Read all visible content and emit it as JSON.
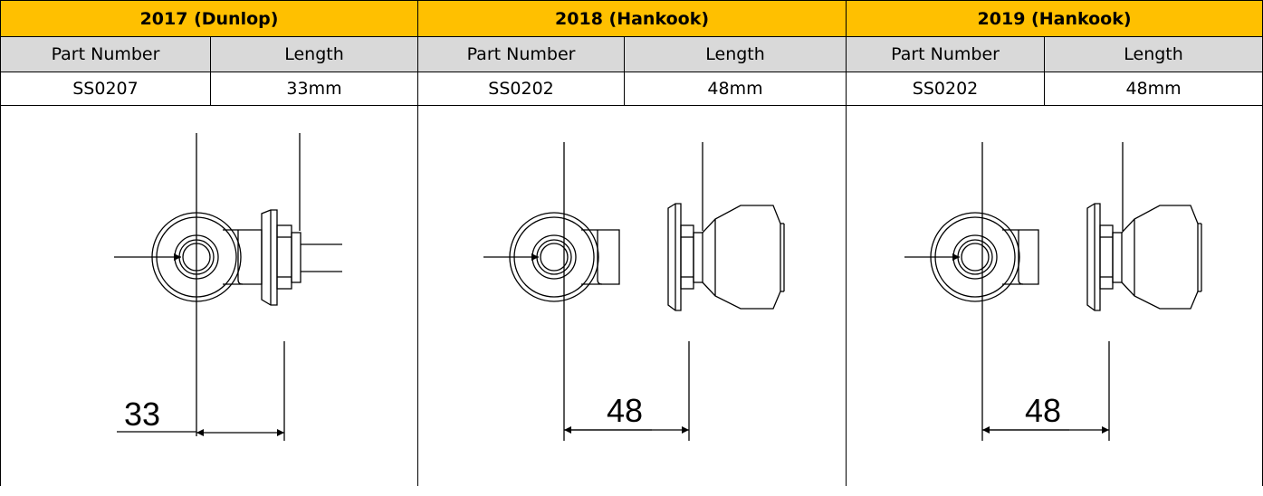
{
  "columns": [
    {
      "year_label": "2017 (Dunlop)",
      "part_number_header": "Part Number",
      "length_header": "Length",
      "part_number": "SS0207",
      "length": "33mm",
      "dimension_label": "33"
    },
    {
      "year_label": "2018 (Hankook)",
      "part_number_header": "Part Number",
      "length_header": "Length",
      "part_number": "SS0202",
      "length": "48mm",
      "dimension_label": "48"
    },
    {
      "year_label": "2019 (Hankook)",
      "part_number_header": "Part Number",
      "length_header": "Length",
      "part_number": "SS0202",
      "length": "48mm",
      "dimension_label": "48"
    }
  ]
}
